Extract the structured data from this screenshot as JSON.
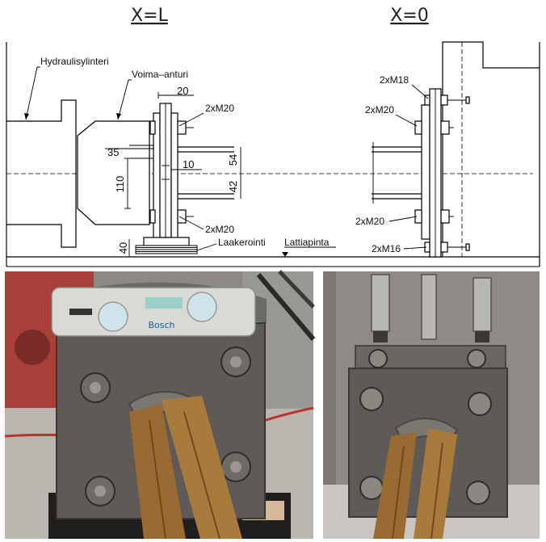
{
  "sections": {
    "left_title": "X=L",
    "right_title": "X=0"
  },
  "labels": {
    "cylinder": "Hydraulisylinteri",
    "sensor": "Voima–anturi",
    "bearing": "Laakerointi",
    "floor": "Lattiapinta"
  },
  "bolts": {
    "l_top": "2xM20",
    "l_bottom": "2xM20",
    "r_m18": "2xM18",
    "r_top": "2xM20",
    "r_bottom": "2xM20",
    "r_m16": "2xM16"
  },
  "dimensions": {
    "d20": "20",
    "d35": "35",
    "d10": "10",
    "d54": "54",
    "d110": "110",
    "d42": "42",
    "d40": "40"
  },
  "photos": {
    "left_level_brand": "Bosch"
  },
  "colors": {
    "steel": "#5f5a55",
    "rust": "#9a6a34",
    "red_machine": "#a8403a",
    "level_body": "#d9d9d6"
  }
}
